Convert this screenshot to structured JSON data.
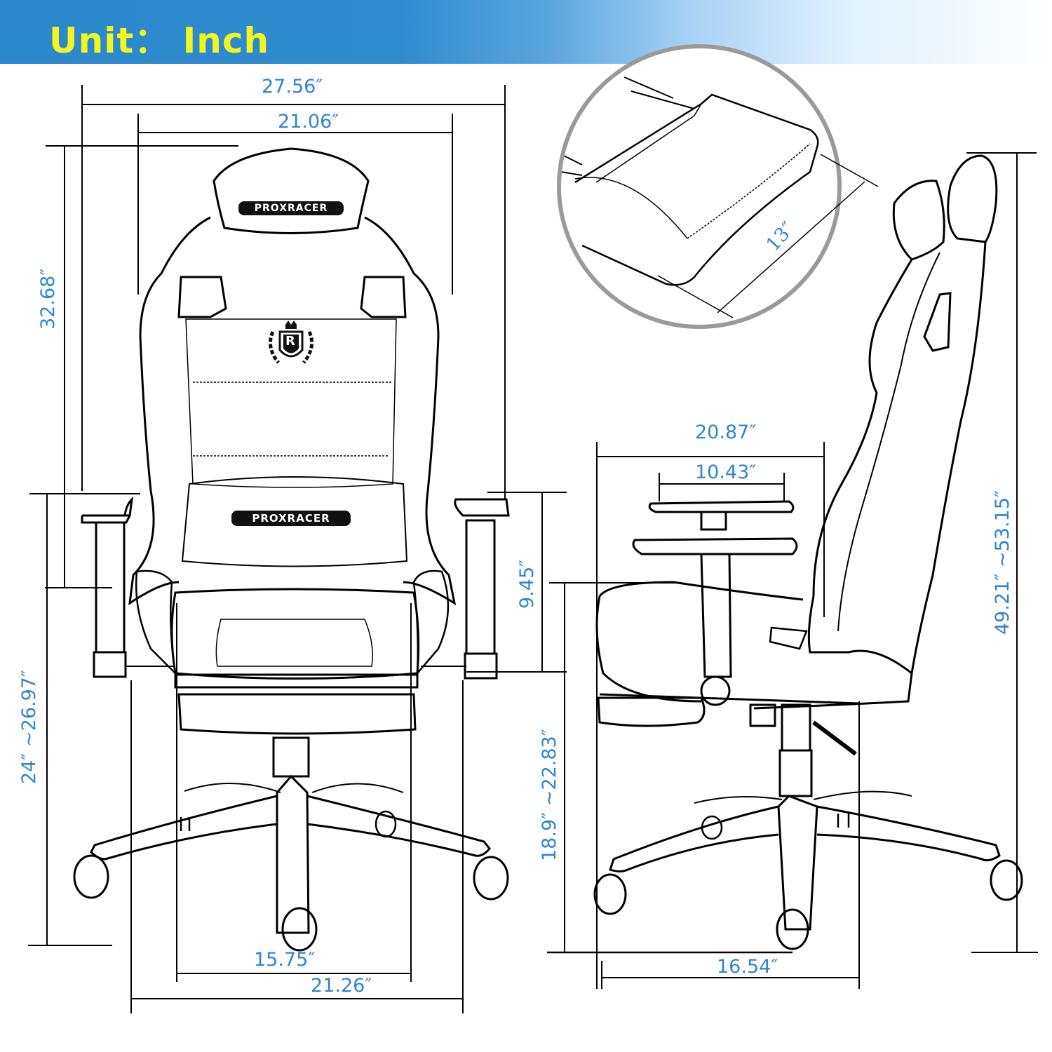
{
  "header": {
    "title": "Unit： Inch",
    "background_gradient": [
      "#2b88cc",
      "#ffffff"
    ],
    "title_color": "#f2f61e"
  },
  "brand": {
    "name_headrest": "PROXRACER",
    "name_lumbar": "PROXRACER",
    "emblem_letter": "R"
  },
  "dimension_color": "#2f86cc",
  "front_view": {
    "overall_width": "27.56″",
    "backrest_width": "21.06″",
    "backrest_height": "32.68″",
    "armrest_height_range": "24″  ~26.97″",
    "armrest_adjust": "9.45″",
    "seat_width": "15.75″",
    "base_width": "21.26″"
  },
  "side_view": {
    "seat_depth": "20.87″",
    "armrest_length": "10.43″",
    "seat_height_range": "18.9″  ~22.83″",
    "overall_height_range": "49.21″  ~53.15″",
    "base_depth": "16.54″"
  },
  "detail_inset": {
    "footrest_length": "13″"
  }
}
